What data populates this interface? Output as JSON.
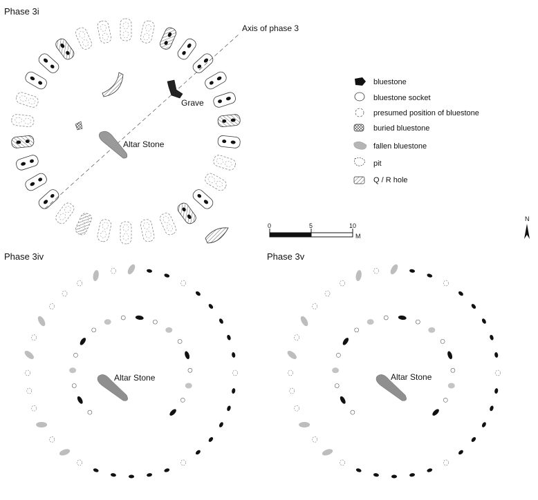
{
  "panels": {
    "phase_3i": {
      "title": "Phase 3i"
    },
    "phase_3iv": {
      "title": "Phase 3iv"
    },
    "phase_3v": {
      "title": "Phase 3v"
    }
  },
  "labels": {
    "axis": "Axis of phase 3",
    "grave": "Grave",
    "altar_stone": "Altar Stone"
  },
  "legend": {
    "items": [
      {
        "key": "bluestone",
        "label": "bluestone"
      },
      {
        "key": "socket",
        "label": "bluestone socket"
      },
      {
        "key": "presumed",
        "label": "presumed position of bluestone"
      },
      {
        "key": "buried",
        "label": "buried  bluestone"
      },
      {
        "key": "fallen",
        "label": "fallen bluestone"
      },
      {
        "key": "pit",
        "label": "pit"
      },
      {
        "key": "qr_hole",
        "label": "Q / R hole"
      }
    ]
  },
  "scale_bar": {
    "ticks": [
      "0",
      "5",
      "10"
    ],
    "unit": "M"
  },
  "north_arrow": {
    "label": "N"
  },
  "colors": {
    "stone_dark": "#111111",
    "fallen_gray": "#b5b5b5",
    "altar_gray": "#8f8f8f",
    "line": "#555555"
  }
}
